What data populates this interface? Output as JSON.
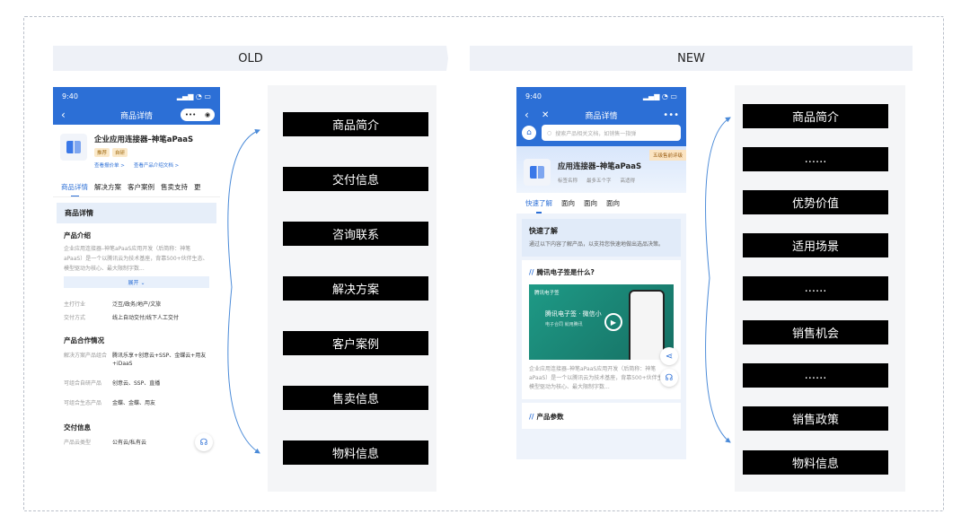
{
  "headers": {
    "old": "OLD",
    "new": "NEW"
  },
  "old_phone": {
    "time": "9:40",
    "nav_title": "商品详情",
    "product_name": "企业应用连接器–神笔aPaaS",
    "tags": [
      "推荐",
      "自研"
    ],
    "links": [
      "查看报价单 >",
      "查看产品介绍文档 >"
    ],
    "tabs": [
      "商品详情",
      "解决方案",
      "客户案例",
      "售卖支持",
      "更"
    ],
    "section_title": "商品详情",
    "intro_title": "产品介绍",
    "intro_desc": "企业应用连接器–神笔aPaaS应用开发（后简称：神笔aPaaS）是一个以腾讯云为技术基座，背靠500+伙伴生态、模型驱动为核心、最大限制字数...",
    "expand": "展开 ⌄",
    "kv1": [
      {
        "k": "主打行业",
        "v": "泛互/政务/地产/文旅"
      },
      {
        "k": "交付方式",
        "v": "线上自动交付/线下人工交付"
      }
    ],
    "coop_title": "产品合作情况",
    "kv2": [
      {
        "k": "解决方案产品组合",
        "v": "腾讯乐享+创意云+SSP、金蝶云+用友+iDaaS"
      },
      {
        "k": "可组合自研产品",
        "v": "创意云、SSP、直播"
      },
      {
        "k": "可组合生态产品",
        "v": "金蝶、金蝶、用友"
      }
    ],
    "delivery_title": "交付信息",
    "kv3": [
      {
        "k": "产品云类型",
        "v": "公有云/私有云"
      }
    ]
  },
  "new_phone": {
    "time": "9:40",
    "nav_title": "商品详情",
    "search_placeholder": "搜索产品相关文档，如销售一指弹",
    "badge": "五级售前评级",
    "product_name": "应用连接器–神笔aPaaS",
    "meta": [
      "标签名称",
      "最多五个字",
      "高适得"
    ],
    "tabs": [
      "快速了解",
      "面向",
      "面向",
      "面向"
    ],
    "quick_title": "快速了解",
    "quick_desc": "通过以下内容了解产品，以支持您快速地做出选品决策。",
    "card_title": "腾讯电子签是什么?",
    "video_brand": "腾讯电子签",
    "video_title": "腾讯电子签 · 微信小",
    "video_sub": "电子合同  就用腾讯",
    "card_desc": "企业应用连接器–神笔aPaaS应用开发（后简称：神笔aPaaS）是一个以腾讯云为技术基座，背靠500+伙伴生态、模型驱动为核心、最大限制字数...",
    "next_title": "产品参数"
  },
  "old_list": [
    "商品简介",
    "交付信息",
    "咨询联系",
    "解决方案",
    "客户案例",
    "售卖信息",
    "物料信息"
  ],
  "new_list": [
    "商品简介",
    "......",
    "优势价值",
    "适用场景",
    "......",
    "销售机会",
    "......",
    "销售政策",
    "物料信息"
  ],
  "colors": {
    "accent": "#2c6fd6",
    "arrow": "#4a8ad8"
  }
}
